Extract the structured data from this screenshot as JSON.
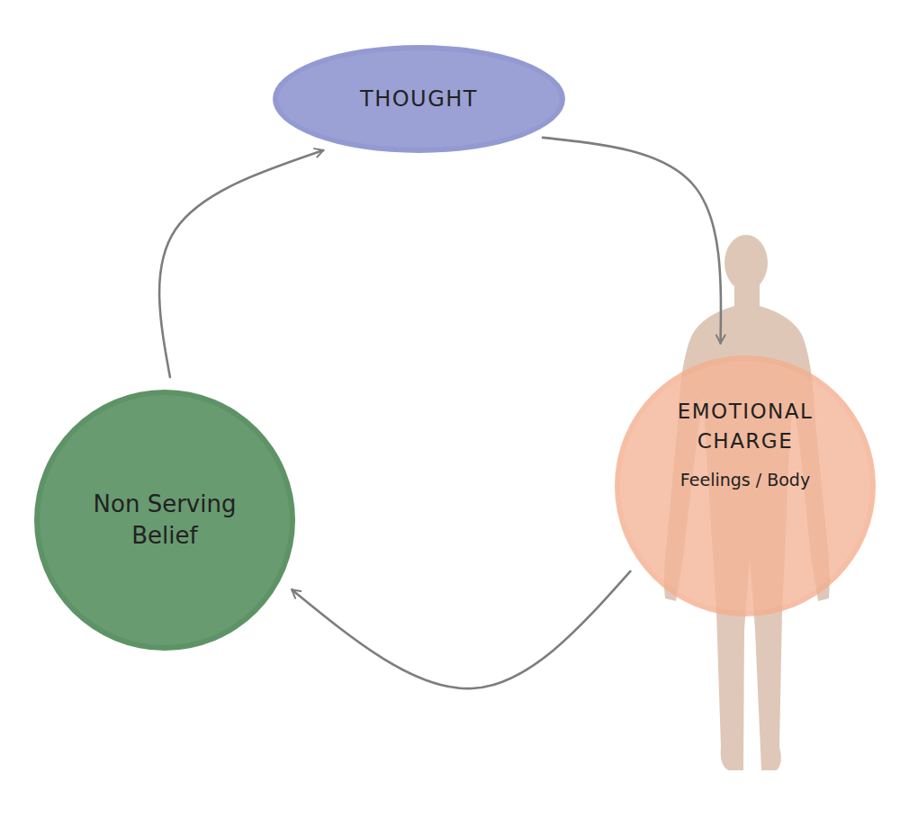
{
  "diagram": {
    "nodes": [
      {
        "text": [
          "THOUGHT"
        ]
      },
      {
        "text": [
          "EMOTIONAL CHARGE",
          "Feelings / Body"
        ]
      },
      {
        "text": [
          "Non Serving Belief"
        ]
      }
    ],
    "edges": [
      {
        "from": 0,
        "to": 1,
        "arrow": "to"
      },
      {
        "from": 1,
        "to": 2,
        "arrow": "to"
      },
      {
        "from": 2,
        "to": 0,
        "arrow": "to"
      }
    ]
  }
}
